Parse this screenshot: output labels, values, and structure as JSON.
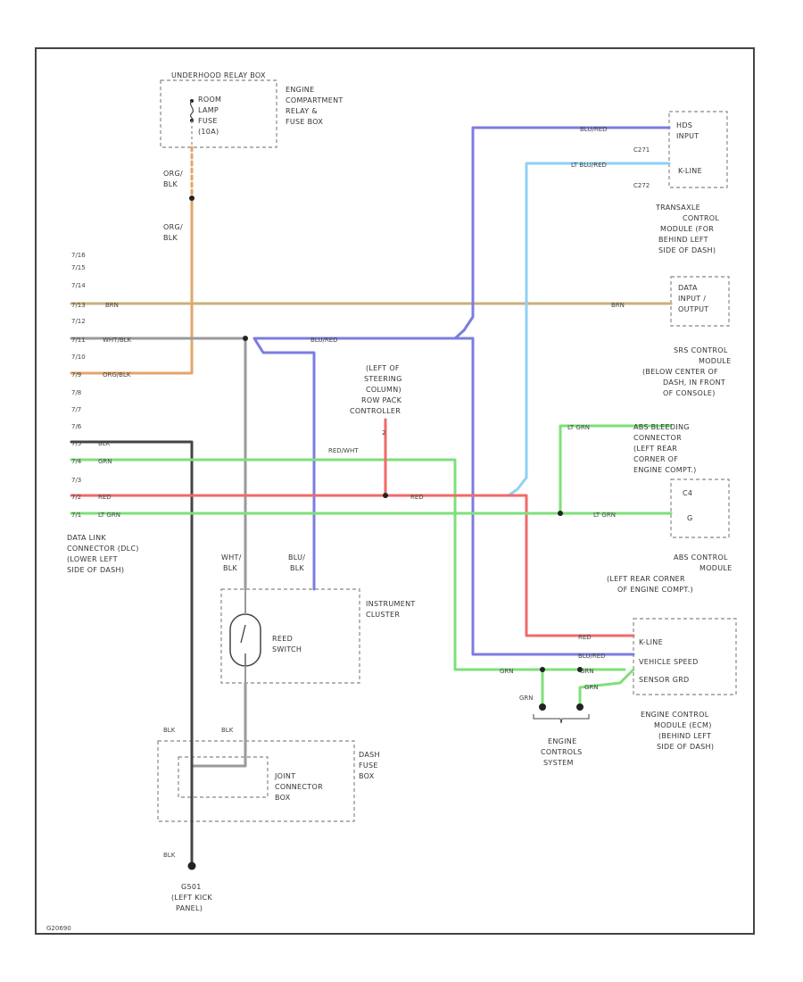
{
  "colors": {
    "org_blk": "#e3a668",
    "grn": "#7ee07a",
    "lt_grn": "#7ee07a",
    "red": "#f06a6a",
    "blu_red": "#7c7ce0",
    "lt_blu": "#8fd0f5",
    "gray": "#9a9a9a",
    "blk": "#444444",
    "tan": "#c9b07a"
  },
  "labels": {
    "fuse_box_header": "UNDERHOOD RELAY BOX",
    "room_lamp_fuse": [
      "ROOM",
      "LAMP",
      "FUSE",
      "(10A)"
    ],
    "engine_comp": [
      "ENGINE",
      "COMPARTMENT",
      "RELAY &",
      "FUSE BOX"
    ],
    "org_blk_1": [
      "ORG/",
      "BLK"
    ],
    "org_blk_2": [
      "ORG/",
      "BLK"
    ],
    "hds_input": [
      "HDS",
      "INPUT"
    ],
    "k_line": "K-LINE",
    "c271": "C271",
    "c272": "C272",
    "tcm": [
      "TRANSAXLE",
      "CONTROL",
      "MODULE (FOR",
      "BEHIND LEFT",
      "SIDE OF DASH)"
    ],
    "data_input": [
      "DATA",
      "INPUT /",
      "OUTPUT"
    ],
    "srs": [
      "SRS CONTROL",
      "MODULE",
      "(BELOW CENTER OF",
      "DASH, IN FRONT",
      "OF CONSOLE)"
    ],
    "steering": [
      "(LEFT OF",
      "STEERING",
      "COLUMN)",
      "ROW PACK",
      "CONTROLLER"
    ],
    "abs_bleed": [
      "ABS BLEEDING",
      "CONNECTOR",
      "(LEFT REAR",
      "CORNER OF",
      "ENGINE COMPT.)"
    ],
    "dlc": [
      "DATA LINK",
      "CONNECTOR (DLC)",
      "(LOWER LEFT",
      "SIDE OF DASH)"
    ],
    "abs_cm": [
      "ABS CONTROL",
      "MODULE",
      "(LEFT REAR CORNER",
      "OF ENGINE COMPT.)"
    ],
    "instr": [
      "INSTRUMENT",
      "CLUSTER"
    ],
    "reed": [
      "REED",
      "SWITCH"
    ],
    "ecm_pins": [
      "K-LINE",
      "VEHICLE SPEED",
      "SENSOR GRD"
    ],
    "ecm": [
      "ENGINE CONTROL",
      "MODULE (ECM)",
      "(BEHIND LEFT",
      "SIDE OF DASH)"
    ],
    "engine_controls": [
      "ENGINE",
      "CONTROLS",
      "SYSTEM"
    ],
    "dash_fuse": [
      "DASH",
      "FUSE",
      "BOX"
    ],
    "joint": [
      "JOINT",
      "CONNECTOR",
      "BOX"
    ],
    "ground": [
      "G501",
      "(LEFT KICK",
      "PANEL)"
    ],
    "wht_blk_top": [
      "WHT/",
      "BLK"
    ],
    "blu_blk_top": [
      "BLU/",
      "BLK"
    ],
    "blk": "BLK",
    "red": "RED",
    "grn": "GRN",
    "lt_grn": "LT GRN",
    "blu_red": "BLU/RED",
    "lt_blu_red": "LT BLU/RED",
    "wht_blk": "WHT/BLK",
    "org_blk": "ORG/BLK",
    "red_wht": "RED/WHT",
    "brn": "BRN",
    "c4": "C4",
    "g": "G",
    "dlc_pins": [
      "7/16",
      "7/15",
      "7/14",
      "7/13",
      "7/12",
      "7/11",
      "7/10",
      "7/9",
      "7/8",
      "7/7",
      "7/6",
      "7/5",
      "7/4",
      "7/3",
      "7/2",
      "7/1"
    ],
    "code": "G20690"
  }
}
